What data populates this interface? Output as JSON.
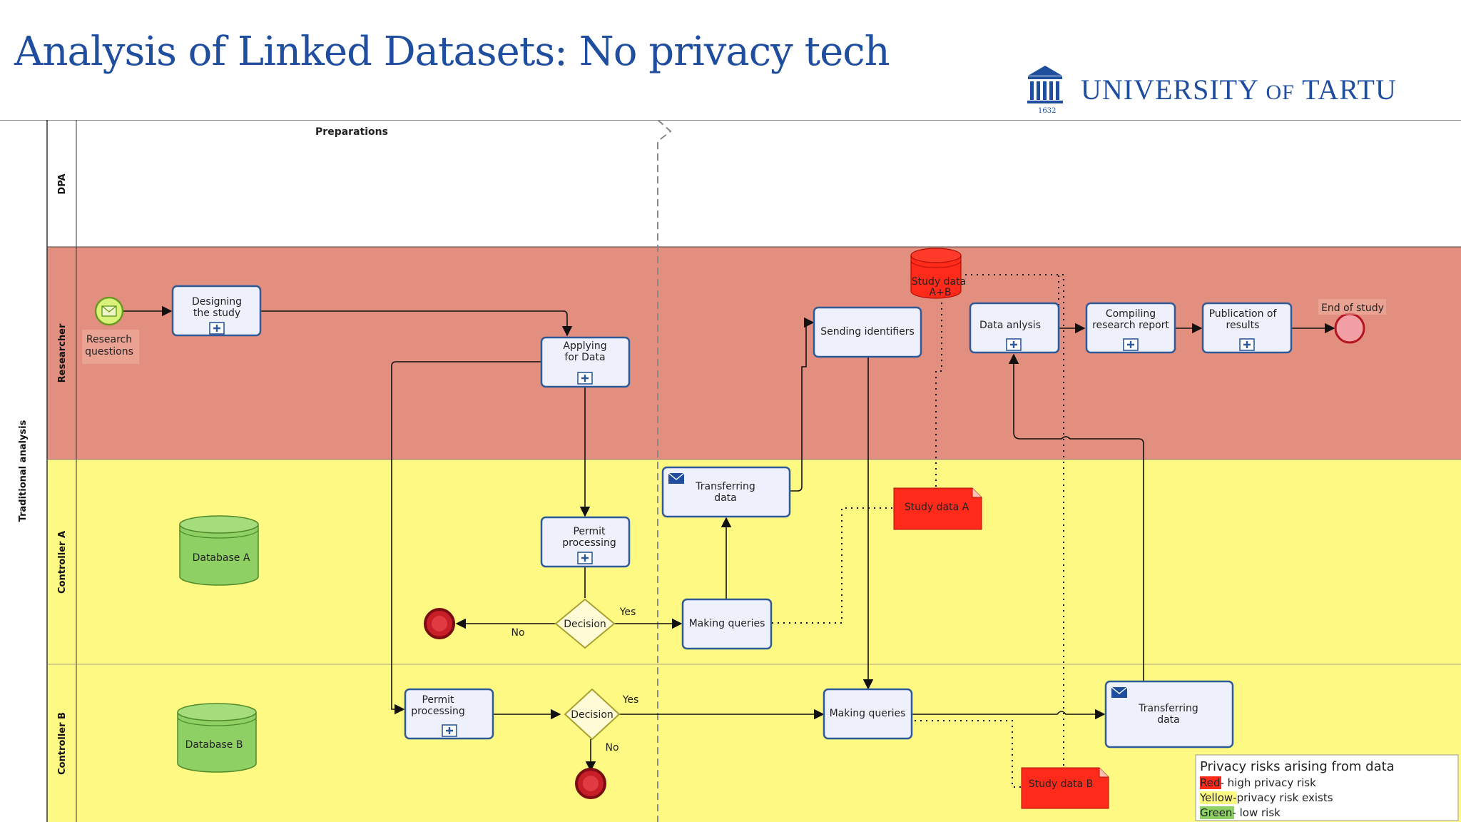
{
  "title": "Analysis of Linked Datasets: No privacy tech",
  "logo": {
    "name_part1": "UNIVERSITY",
    "name_of": "OF",
    "name_part2": "TARTU",
    "year": "1632"
  },
  "pool": {
    "label": "Traditional analysis",
    "phase_label": "Preparations"
  },
  "lanes": {
    "dpa": "DPA",
    "researcher": "Researcher",
    "controller_a": "Controller A",
    "controller_b": "Controller B"
  },
  "colors": {
    "researcher_lane": "#e38f7f",
    "controller_lane": "#fdf982",
    "task_fill": "#eef0fb",
    "task_stroke": "#2f5a9a",
    "high_risk": "#ff2a1a",
    "database": "#8fd064",
    "end_event": "#c81e28"
  },
  "start_event": {
    "label_line1": "Research",
    "label_line2": "questions"
  },
  "tasks": {
    "designing": {
      "line1": "Designing",
      "line2": "the study"
    },
    "applying": {
      "line1": "Applying",
      "line2": "for Data"
    },
    "permit_a": {
      "line1": "Permit",
      "line2": "processing"
    },
    "permit_b": {
      "line1": "Permit",
      "line2": "processing"
    },
    "transferring_a": {
      "line1": "Transferring",
      "line2": "data"
    },
    "making_queries_a": {
      "line1": "Making queries"
    },
    "sending_identifiers": {
      "line1": "Sending identifiers"
    },
    "making_queries_b": {
      "line1": "Making queries"
    },
    "data_analysis": {
      "line1": "Data anlysis"
    },
    "compiling": {
      "line1": "Compiling",
      "line2": "research report"
    },
    "publication": {
      "line1": "Publication of",
      "line2": "results"
    },
    "transferring_b": {
      "line1": "Transferring",
      "line2": "data"
    }
  },
  "gateways": {
    "decision_a": {
      "label": "Decision",
      "yes": "Yes",
      "no": "No"
    },
    "decision_b": {
      "label": "Decision",
      "yes": "Yes",
      "no": "No"
    }
  },
  "end_event_label": "End of study",
  "data_objects": {
    "study_a": "Study data A",
    "study_b": "Study data B",
    "study_ab_line1": "Study data",
    "study_ab_line2": "A+B"
  },
  "databases": {
    "a": "Database A",
    "b": "Database B"
  },
  "legend": {
    "title": "Privacy risks arising from data",
    "red_word": "Red",
    "red_text": "- high privacy risk",
    "yellow_word": "Yellow",
    "yellow_text": "-privacy risk exists",
    "green_word": "Green",
    "green_text": "- low risk"
  }
}
